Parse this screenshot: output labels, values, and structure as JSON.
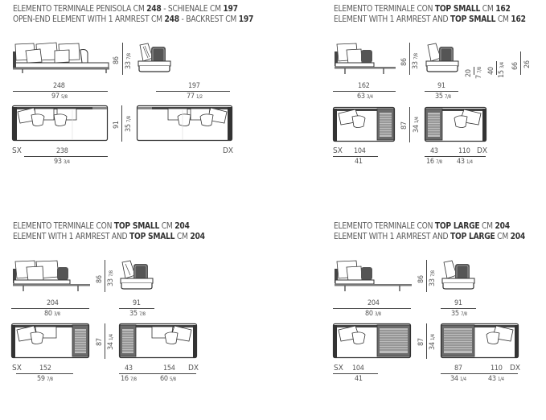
{
  "panels": [
    {
      "id": "penisola-248",
      "title_it": {
        "pre": "ELEMENTO TERMINALE PENISOLA CM ",
        "b1": "248",
        "mid": " - SCHIENALE CM ",
        "b2": "197"
      },
      "title_en": {
        "pre": "OPEN-END ELEMENT WITH 1 ARMREST CM ",
        "b1": "248",
        "mid": " - BACKREST CM ",
        "b2": "197"
      },
      "elevation": {
        "height_cm": "86",
        "height_in": "33",
        "height_in_fr": "7/8",
        "front_width_cm": "248",
        "front_width_in": "97",
        "front_width_in_fr": "5/8",
        "side_width_cm": "197",
        "side_width_in": "77",
        "side_width_in_fr": "1/2"
      },
      "plan": {
        "depth_cm": "91",
        "depth_in": "35",
        "depth_in_fr": "7/8",
        "left_label": "SX",
        "right_label": "DX",
        "left_width_cm": "238",
        "left_width_in": "93",
        "left_width_in_fr": "3/4"
      }
    },
    {
      "id": "top-small-162",
      "title_it": {
        "pre": "ELEMENTO TERMINALE CON ",
        "b1": "TOP SMALL",
        "mid": " CM ",
        "b2": "162"
      },
      "title_en": {
        "pre": "ELEMENT WITH 1 ARMREST AND ",
        "b1": "TOP SMALL",
        "mid": " CM ",
        "b2": "162"
      },
      "elevation": {
        "height_cm": "86",
        "height_in": "33",
        "height_in_fr": "7/8",
        "front_width_cm": "162",
        "front_width_in": "63",
        "front_width_in_fr": "3/4",
        "side_width_cm": "91",
        "side_width_in": "35",
        "side_width_in_fr": "7/8",
        "seat_h_cm": "20",
        "seat_h_in": "7",
        "seat_h_in_fr": "7/8",
        "seat2_h_cm": "40",
        "seat2_h_in": "15",
        "seat2_h_in_fr": "3/4",
        "arm_h_cm": "66",
        "arm_h_in": "26"
      },
      "plan": {
        "depth_cm": "87",
        "depth_in": "34",
        "depth_in_fr": "1/4",
        "left_label": "SX",
        "right_label": "DX",
        "left_width_cm": "104",
        "left_width_in": "41",
        "right_top_cm": "43",
        "right_top_in": "16",
        "right_top_in_fr": "7/8",
        "right_seat_cm": "110",
        "right_seat_in": "43",
        "right_seat_in_fr": "1/4"
      }
    },
    {
      "id": "top-small-204",
      "title_it": {
        "pre": "ELEMENTO TERMINALE CON ",
        "b1": "TOP SMALL",
        "mid": " CM ",
        "b2": "204"
      },
      "title_en": {
        "pre": "ELEMENT WITH 1 ARMREST AND ",
        "b1": "TOP SMALL",
        "mid": " CM ",
        "b2": "204"
      },
      "elevation": {
        "height_cm": "86",
        "height_in": "33",
        "height_in_fr": "7/8",
        "front_width_cm": "204",
        "front_width_in": "80",
        "front_width_in_fr": "3/8",
        "side_width_cm": "91",
        "side_width_in": "35",
        "side_width_in_fr": "7/8"
      },
      "plan": {
        "depth_cm": "87",
        "depth_in": "34",
        "depth_in_fr": "1/4",
        "left_label": "SX",
        "right_label": "DX",
        "left_width_cm": "152",
        "left_width_in": "59",
        "left_width_in_fr": "7/8",
        "right_top_cm": "43",
        "right_top_in": "16",
        "right_top_in_fr": "7/8",
        "right_seat_cm": "154",
        "right_seat_in": "60",
        "right_seat_in_fr": "5/8"
      }
    },
    {
      "id": "top-large-204",
      "title_it": {
        "pre": "ELEMENTO TERMINALE CON ",
        "b1": "TOP LARGE",
        "mid": " CM ",
        "b2": "204"
      },
      "title_en": {
        "pre": "ELEMENT WITH 1 ARMREST AND ",
        "b1": "TOP LARGE",
        "mid": " CM ",
        "b2": "204"
      },
      "elevation": {
        "height_cm": "86",
        "height_in": "33",
        "height_in_fr": "7/8",
        "front_width_cm": "204",
        "front_width_in": "80",
        "front_width_in_fr": "3/8",
        "side_width_cm": "91",
        "side_width_in": "35",
        "side_width_in_fr": "7/8"
      },
      "plan": {
        "depth_cm": "87",
        "depth_in": "34",
        "depth_in_fr": "1/4",
        "left_label": "SX",
        "right_label": "DX",
        "left_width_cm": "104",
        "left_width_in": "41",
        "right_top_cm": "87",
        "right_top_in": "34",
        "right_top_in_fr": "1/4",
        "right_seat_cm": "110",
        "right_seat_in": "43",
        "right_seat_in_fr": "1/4"
      }
    }
  ],
  "colors": {
    "line": "#333333",
    "text": "#555555",
    "top_fill": "#6b6b6b",
    "top_slat": "#bdbdbd",
    "arm_dark": "#2a2a2a"
  }
}
